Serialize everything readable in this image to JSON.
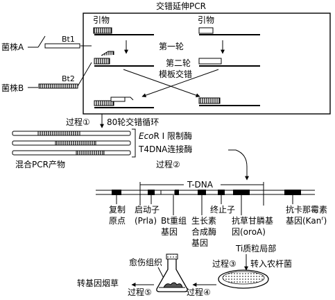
{
  "box_title": "交错延伸PCR",
  "strains": {
    "a": "菌株A",
    "b": "菌株B"
  },
  "genes": {
    "bt1": "Bt1",
    "bt2": "Bt2"
  },
  "primer_left": "引物",
  "primer_right": "引物",
  "round1": "第一轮",
  "round2_line1": "第二轮",
  "round2_line2": "模板交错",
  "process1_a": "过程①",
  "process1_b": "80轮交错循环",
  "mix_label": "混合PCR产物",
  "enzyme_ecori_italic": "Eco",
  "enzyme_ecori_rest": "R I 限制酶",
  "enzyme_ligase": "T4DNA连接酶",
  "process2": "过程②",
  "tdna": "T-DNA",
  "plasmid_labels": {
    "ori_1": "复制",
    "ori_2": "原点",
    "promoter_1": "启动子",
    "promoter_2": "(Prla)",
    "bt_1": "Bt重组",
    "bt_2": "基因",
    "gh_1": "生长素",
    "gh_2": "合成酶",
    "gh_3": "基因",
    "term": "终止子",
    "herb_1": "抗草甘膦基",
    "herb_2": "因(oroA)",
    "kan_1": "抗卡那霉素",
    "kan_2_base": "基因(Kan",
    "kan_2_sup": "r",
    "kan_2_end": ")"
  },
  "ti_label": "Ti质粒局部",
  "process3": "过程③",
  "agro": "转入农杆菌",
  "callus": "愈伤组织",
  "process4": "过程④",
  "process5": "过程⑤",
  "tobacco": "转基因烟草"
}
